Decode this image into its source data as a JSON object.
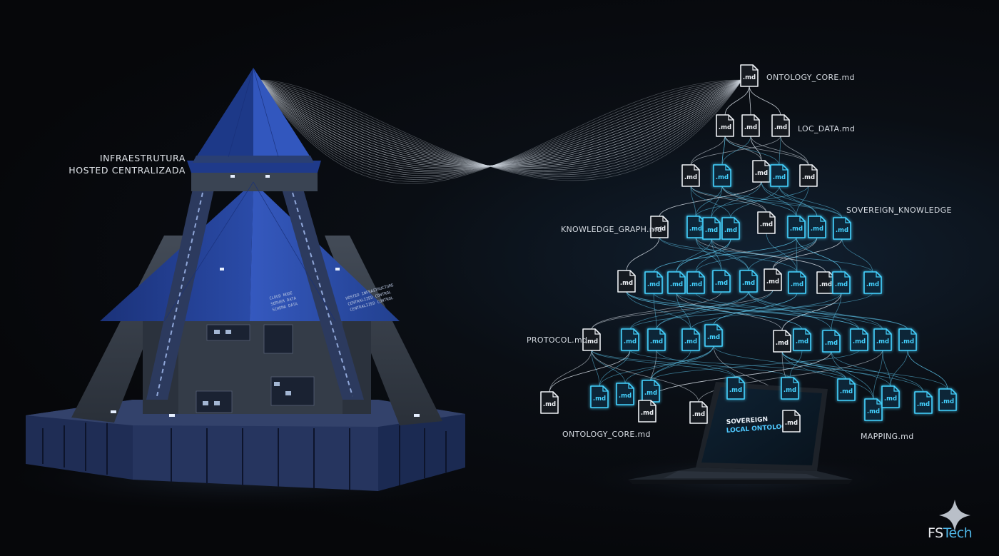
{
  "caption": {
    "line1": "INFRAESTRUTURA",
    "line2": "HOSTED CENTRALIZADA"
  },
  "building_signs": {
    "sign_a": [
      "CLOUD NODE",
      "SERVER DATA",
      "SCHEMA DATA"
    ],
    "sign_b": [
      "HOSTED INFRASTRUCTURE",
      "CENTRALIZED CONTROL",
      "CENTRALIZED CONTROL"
    ]
  },
  "file_labels": {
    "ontology_core_top": "ONTOLOGY_CORE.md",
    "loc_data": "LOC_DATA.md",
    "knowledge_graph": "KNOWLEDGE_GRAPH.md",
    "sovereign_knowledge": "SOVEREIGN_KNOWLEDGE",
    "protocol": "PROTOCOL.md",
    "ontology_core_bottom": "ONTOLOGY_CORE.md",
    "mapping": "MAPPING.md"
  },
  "file_icon_text": ".md",
  "laptop_screen": {
    "line1": "SOVEREIGN",
    "line2": "LOCAL ONTOLOGY",
    "file_text": ".md"
  },
  "brand": {
    "prefix": "FS",
    "accent": "Tech",
    "logo_icon": "four-point-star-icon"
  },
  "colors": {
    "building_blue": "#2f55b8",
    "building_concrete": "#3c4654",
    "node_white": "#eef1f5",
    "node_cyan": "#45d2ff",
    "brand_accent": "#4fb7e8",
    "background": "#07080b"
  }
}
